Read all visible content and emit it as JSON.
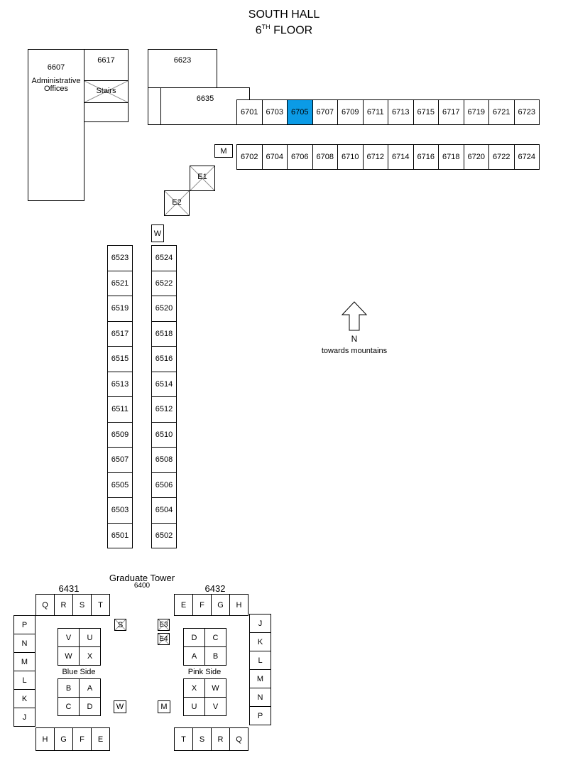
{
  "header": {
    "building": "SOUTH HALL",
    "floor_number": "6",
    "floor_suffix": "TH",
    "floor_word": " FLOOR"
  },
  "admin": {
    "room": "6607",
    "line1": "Administrative",
    "line2": "Offices"
  },
  "rooms_misc": {
    "r6617": "6617",
    "stairs": "Stairs",
    "r6623": "6623",
    "r6635": "6635"
  },
  "selected_room": "6705",
  "rooms_6700_odd": [
    "6701",
    "6703",
    "6705",
    "6707",
    "6709",
    "6711",
    "6713",
    "6715",
    "6717",
    "6719",
    "6721",
    "6723"
  ],
  "rooms_6700_even": [
    "6702",
    "6704",
    "6706",
    "6708",
    "6710",
    "6712",
    "6714",
    "6716",
    "6718",
    "6720",
    "6722",
    "6724"
  ],
  "rooms_6500_odd": [
    "6523",
    "6521",
    "6519",
    "6517",
    "6515",
    "6513",
    "6511",
    "6509",
    "6507",
    "6505",
    "6503",
    "6501"
  ],
  "rooms_6500_even": [
    "6524",
    "6522",
    "6520",
    "6518",
    "6516",
    "6514",
    "6512",
    "6510",
    "6508",
    "6506",
    "6504",
    "6502"
  ],
  "markers": {
    "m_upper": "M",
    "w_upper": "W",
    "e1": "E1",
    "e2": "E2"
  },
  "compass": {
    "letter": "N",
    "caption": "towards mountains"
  },
  "tower": {
    "title": "Graduate Tower",
    "number": "6400",
    "left_label": "6431",
    "right_label": "6432",
    "left_top": [
      "Q",
      "R",
      "S",
      "T"
    ],
    "left_side": [
      "P",
      "N",
      "M",
      "L",
      "K",
      "J"
    ],
    "left_bottom": [
      "H",
      "G",
      "F",
      "E"
    ],
    "blue_upper": [
      "V",
      "U",
      "W",
      "X"
    ],
    "blue_lower": [
      "B",
      "A",
      "C",
      "D"
    ],
    "blue_side": "Blue Side",
    "right_top": [
      "E",
      "F",
      "G",
      "H"
    ],
    "right_side": [
      "J",
      "K",
      "L",
      "M",
      "N",
      "P"
    ],
    "right_bottom": [
      "T",
      "S",
      "R",
      "Q"
    ],
    "pink_upper": [
      "D",
      "C",
      "A",
      "B"
    ],
    "pink_lower": [
      "X",
      "W",
      "U",
      "V"
    ],
    "pink_side": "Pink Side",
    "s": "S",
    "e3": "E3",
    "e4": "E4",
    "w": "W",
    "m": "M"
  }
}
